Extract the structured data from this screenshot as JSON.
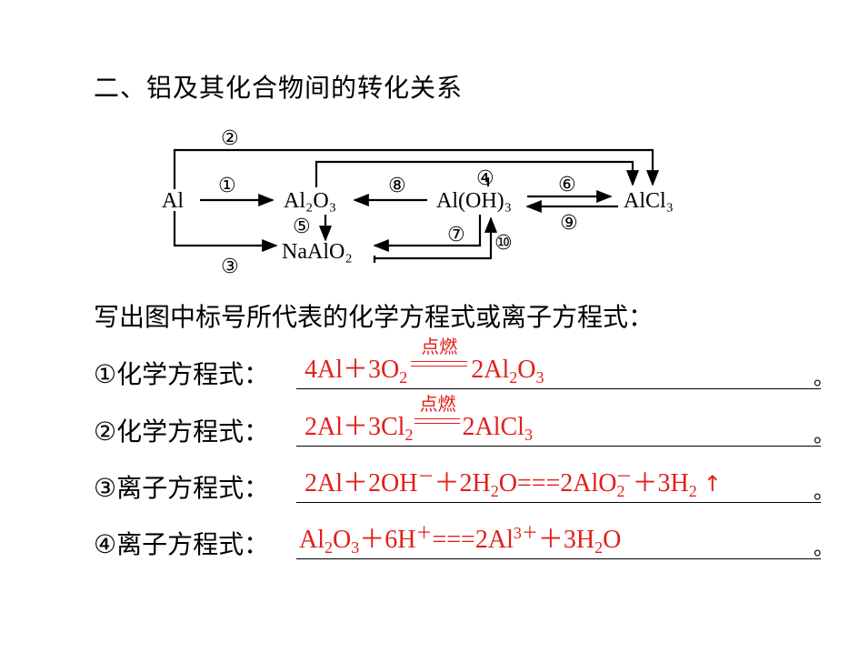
{
  "section_title": "二、铝及其化合物间的转化关系",
  "diagram": {
    "nodes": {
      "al": "Al",
      "al2o3": "Al₂O₃",
      "aloh3": "Al(OH)₃",
      "alcl3": "AlCl₃",
      "naalo2": "NaAlO₂"
    },
    "labels": [
      "①",
      "②",
      "③",
      "④",
      "⑤",
      "⑥",
      "⑦",
      "⑧",
      "⑨",
      "⑩"
    ]
  },
  "intro": "写出图中标号所代表的化学方程式或离子方程式：",
  "questions": [
    {
      "label": "①化学方程式：",
      "answer": {
        "lhs": "4Al＋3O",
        "lhs_sub": "2",
        "condition": "点燃",
        "rhs": "2Al",
        "rhs_sub1": "2",
        "rhs_mid": "O",
        "rhs_sub2": "3"
      }
    },
    {
      "label": "②化学方程式：",
      "answer": {
        "lhs": "2Al＋3Cl",
        "lhs_sub": "2",
        "condition": "点燃",
        "rhs": "2AlCl",
        "rhs_sub": "3"
      }
    },
    {
      "label": "③离子方程式：",
      "answer": {
        "p1": "2Al＋2OH",
        "p1_sup": "－",
        "p2": "＋2H",
        "p2_sub": "2",
        "p3": "O===2AlO",
        "p3_sub": "2",
        "p3_sup": "－",
        "p4": "＋3H",
        "p4_sub": "2",
        "arrow": "↑"
      }
    },
    {
      "label": "④离子方程式：",
      "answer": {
        "p1": "Al",
        "p1_sub": "2",
        "p2": "O",
        "p2_sub": "3",
        "p3": "＋6H",
        "p3_sup": "＋",
        "p4": "===2Al",
        "p4_sup": "3＋",
        "p5": "＋3H",
        "p5_sub": "2",
        "p6": "O"
      }
    }
  ],
  "period": "。",
  "colors": {
    "answer": "#e0201b",
    "text": "#000000"
  }
}
